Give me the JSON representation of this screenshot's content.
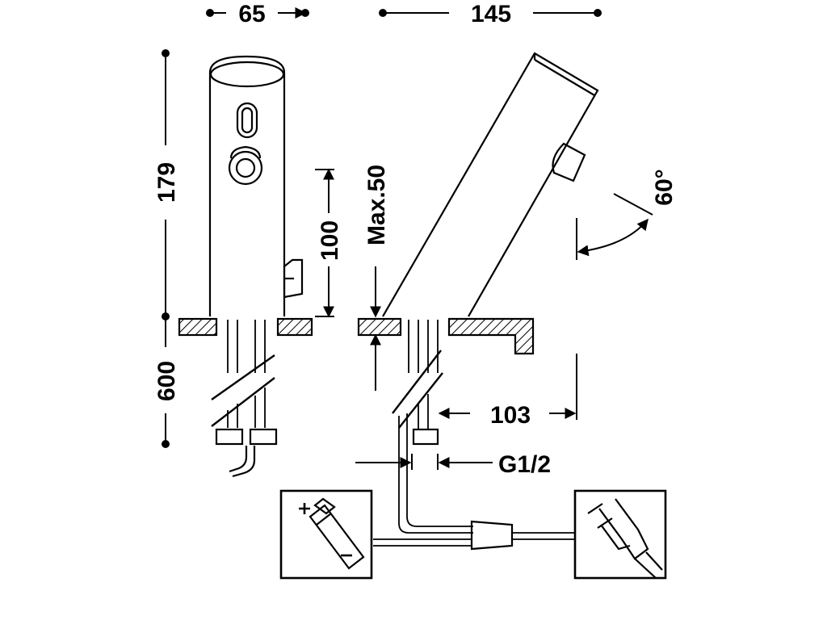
{
  "dimensions": {
    "width_front": "65",
    "width_side": "145",
    "height_total": "179",
    "height_spout": "100",
    "deck_max": "Max.50",
    "hose_length": "600",
    "reach": "103",
    "thread": "G1/2",
    "angle": "60°"
  },
  "icons": {
    "battery": "battery-icon",
    "plug": "power-plug-icon"
  },
  "colors": {
    "line": "#000000",
    "background": "#ffffff"
  }
}
